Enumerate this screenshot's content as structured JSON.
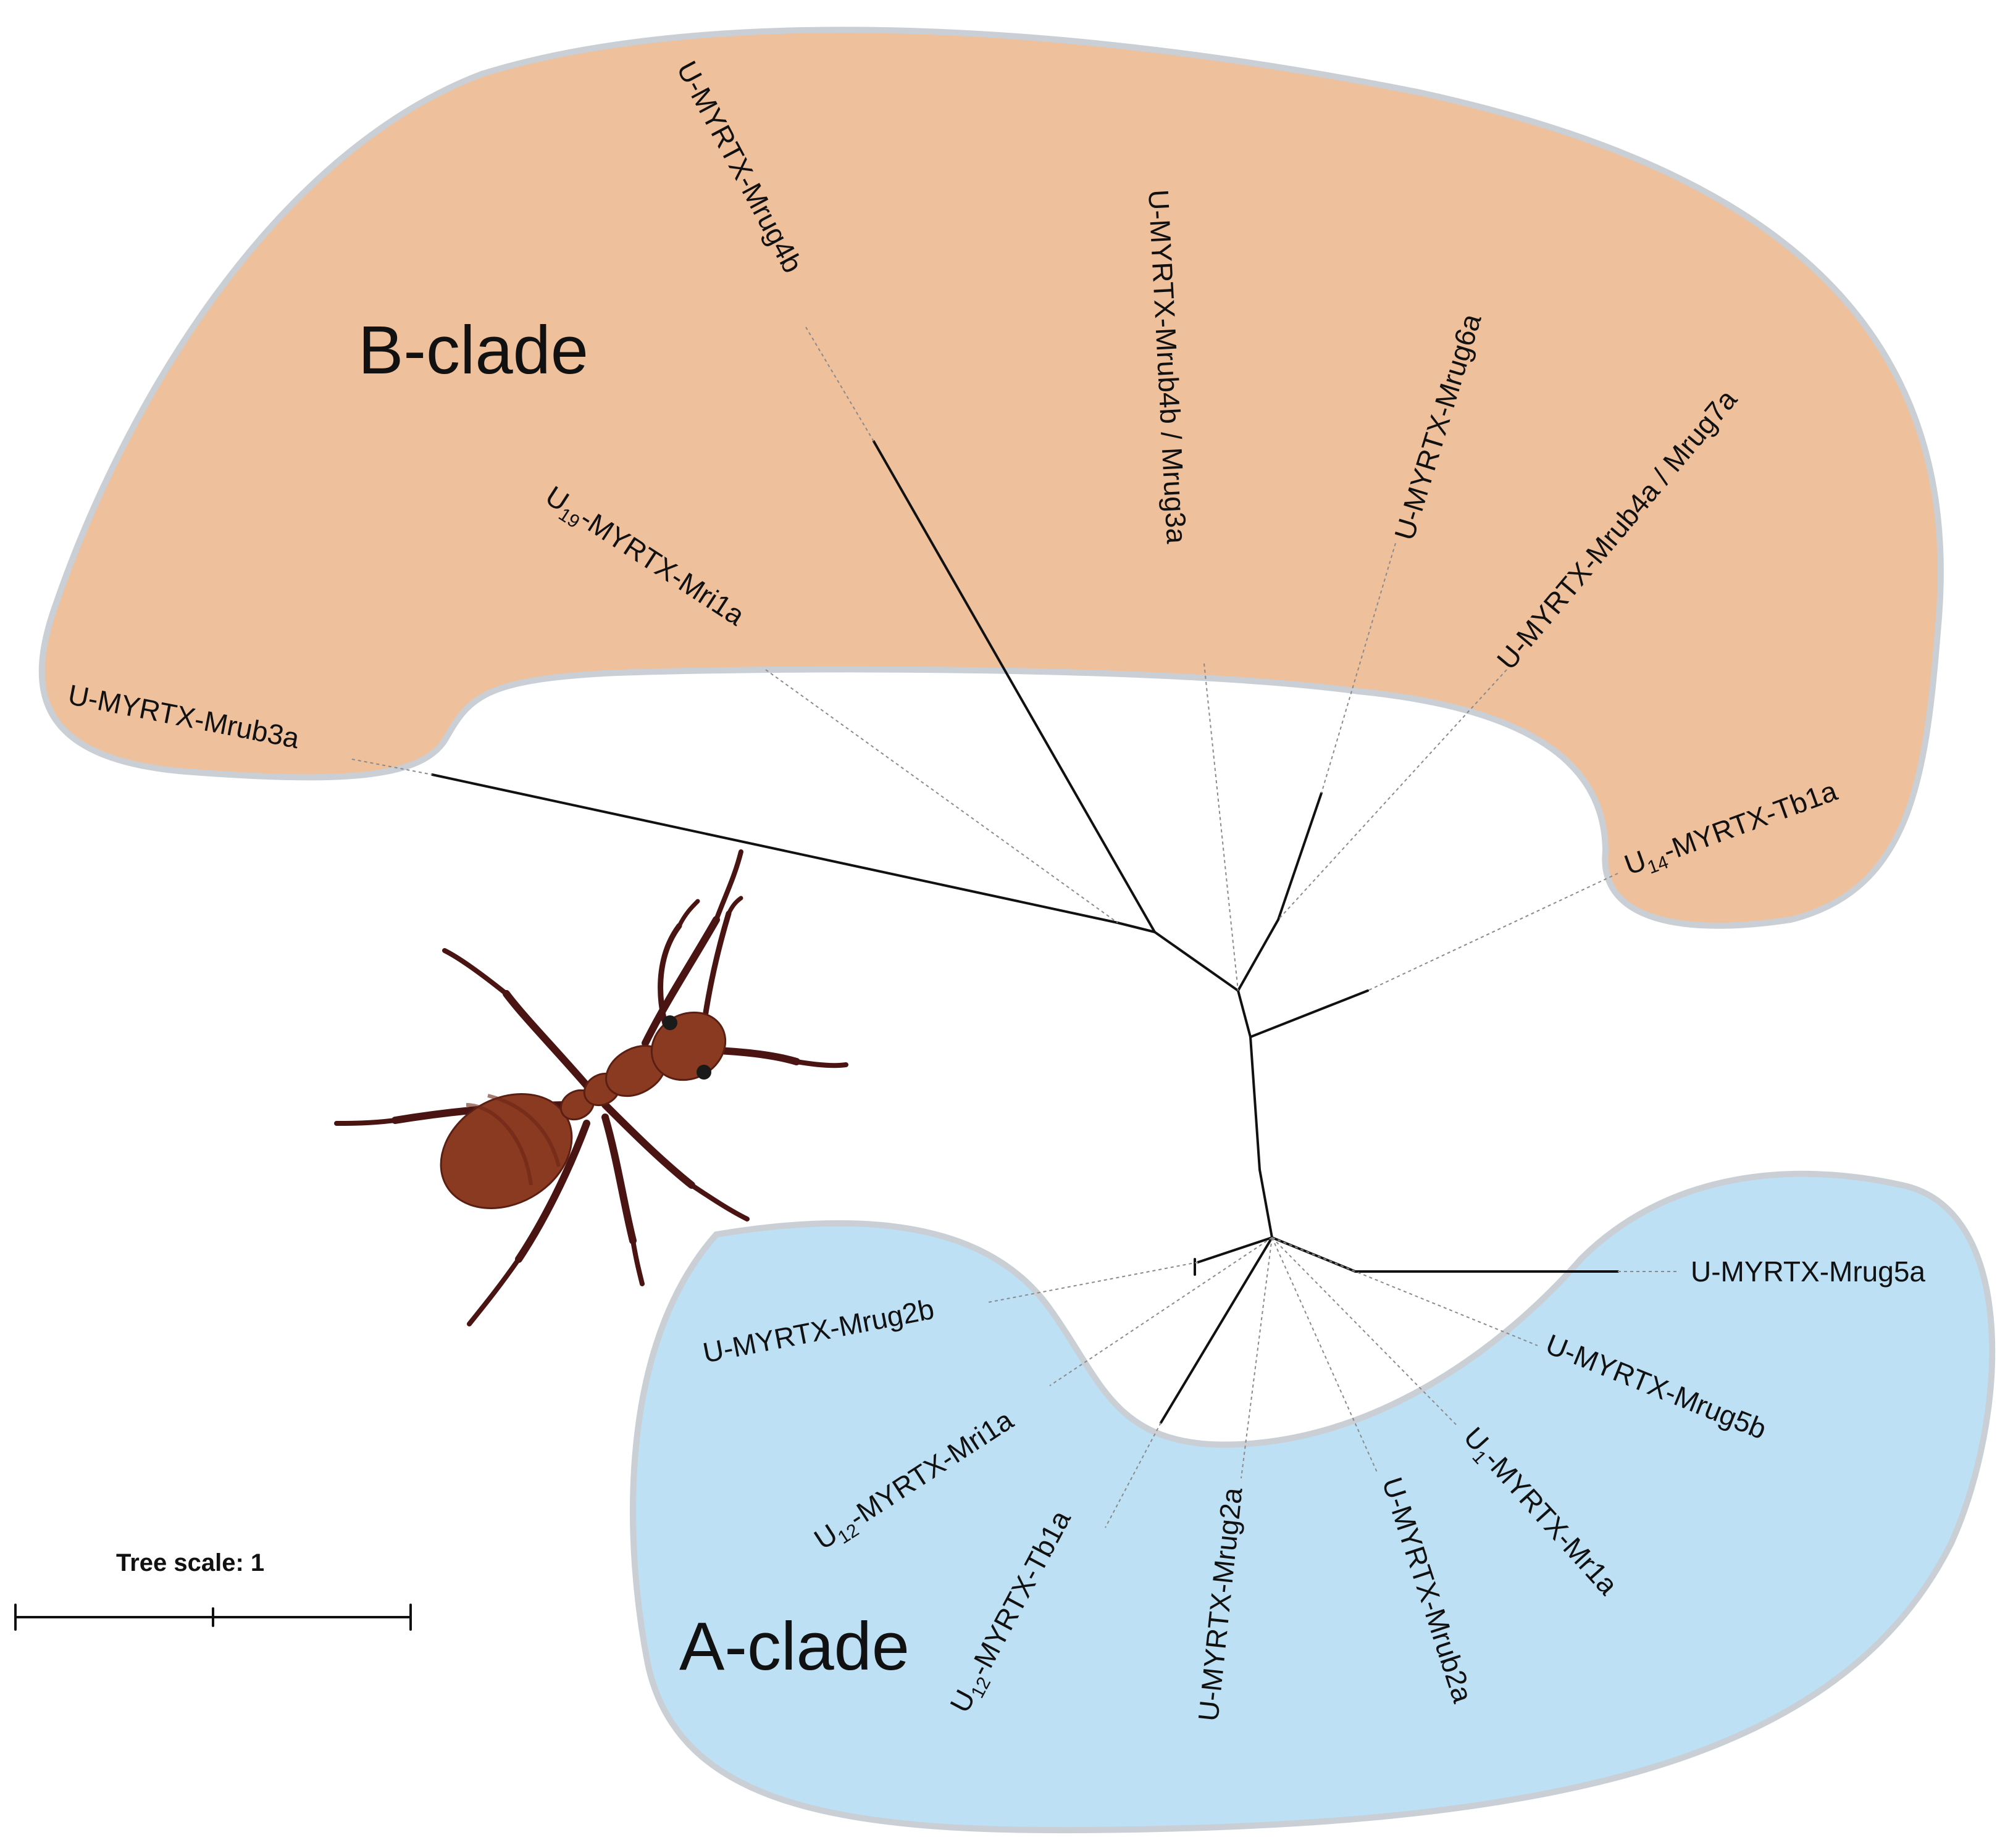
{
  "clades": {
    "b_label": "B-clade",
    "a_label": "A-clade",
    "b_color": "#EFC09C",
    "a_color": "#BDE0F5",
    "outline_color": "#C9CFD4"
  },
  "labels": {
    "b_mrub3a": "U-MYRTX-Mrub3a",
    "b_mri1a_prefix": "U",
    "b_mri1a_sub": "19",
    "b_mri1a_rest": "-MYRTX-Mri1a",
    "b_mrug4b": "U-MYRTX-Mrug4b",
    "b_mrub4b": "U-MYRTX-Mrub4b / Mrug3a",
    "b_mrug6a": "U-MYRTX-Mrug6a",
    "b_mrub4a": "U-MYRTX-Mrub4a / Mrug7a",
    "b_tb1a_prefix": "U",
    "b_tb1a_sub": "14",
    "b_tb1a_rest": "-MYRTX-Tb1a",
    "a_mrug5a": "U-MYRTX-Mrug5a",
    "a_mrug2b": "U-MYRTX-Mrug2b",
    "a_mrug5b": "U-MYRTX-Mrug5b",
    "a_mri1a_prefix": "U",
    "a_mri1a_sub": "12",
    "a_mri1a_rest": "-MYRTX-Mri1a",
    "a_mr1a_prefix": "U",
    "a_mr1a_sub": "1",
    "a_mr1a_rest": "-MYRTX-Mr1a",
    "a_tb1a_prefix": "U",
    "a_tb1a_sub": "12",
    "a_tb1a_rest": "-MYRTX-Tb1a",
    "a_mrug2a": "U-MYRTX-Mrug2a",
    "a_mrub2a": "U-MYRTX-Mrub2a"
  },
  "scale": {
    "title": "Tree scale: 1"
  },
  "illustration": {
    "icon": "ant-icon",
    "body_color": "#8B3A22",
    "leg_color": "#4A1412"
  }
}
